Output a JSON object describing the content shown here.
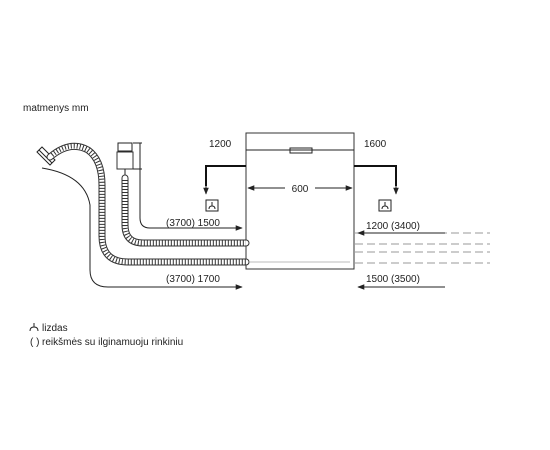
{
  "header": {
    "units_label": "matmenys mm"
  },
  "dimensions": {
    "inlet_left": "1200",
    "inlet_right": "1600",
    "width": "600",
    "left_upper": "(3700) 1500",
    "left_lower": "(3700) 1700",
    "right_upper": "1200 (3400)",
    "right_lower": "1500 (3500)"
  },
  "legend": {
    "socket_text": "lizdas",
    "brackets_symbol": "( )",
    "brackets_text": "reikšmės su ilginamuoju rinkiniu"
  },
  "colors": {
    "line": "#222222",
    "dash": "#999999"
  },
  "icons": {
    "socket": "socket-icon",
    "faucet": "faucet-icon",
    "drain": "drain-icon"
  }
}
